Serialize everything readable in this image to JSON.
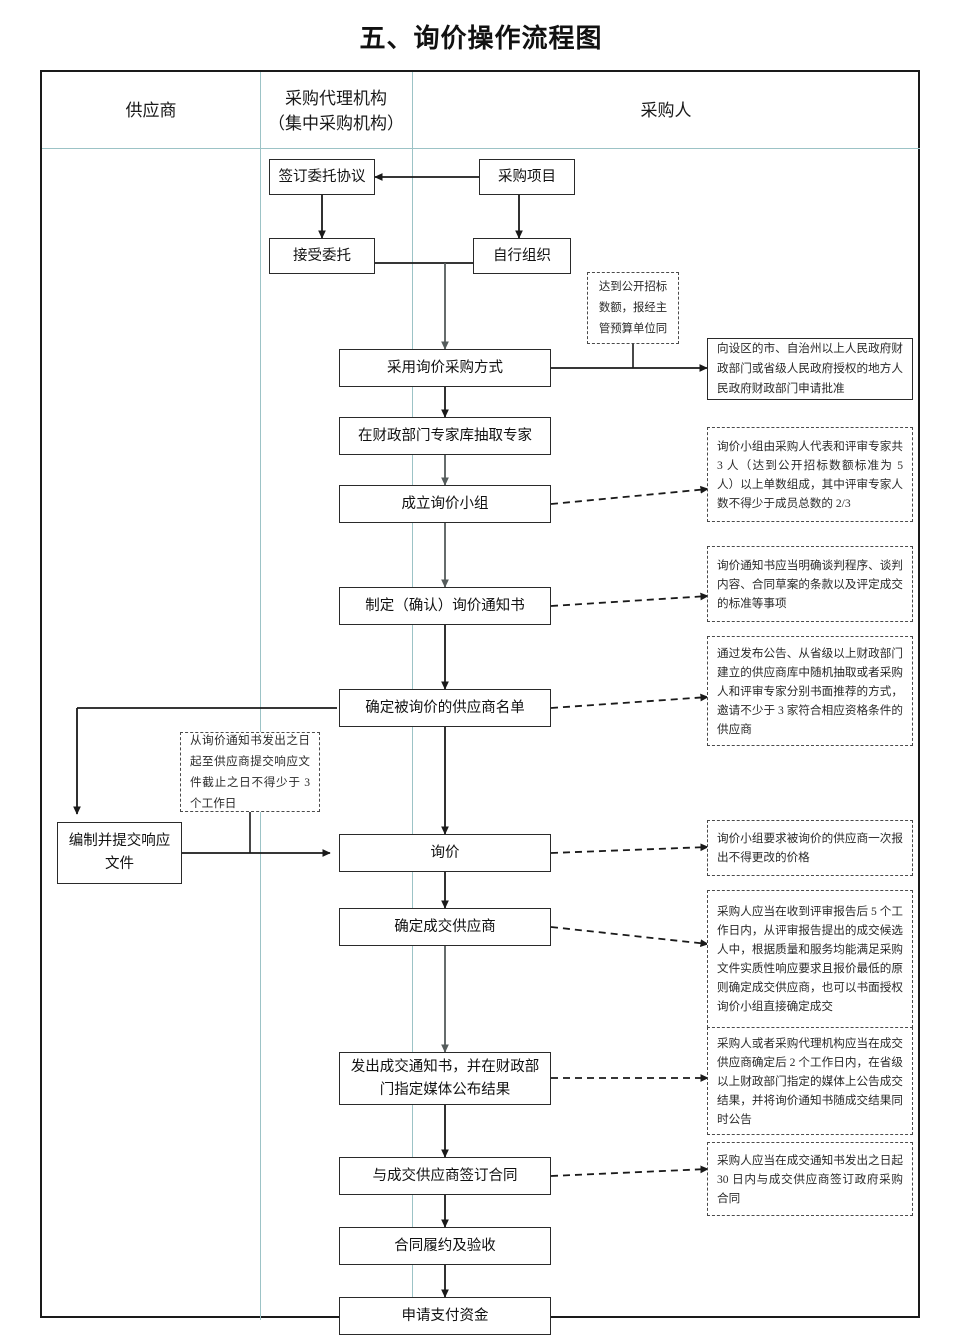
{
  "page": {
    "title": "五、询价操作流程图"
  },
  "lanes": [
    {
      "id": "supplier",
      "label": "供应商",
      "label2": ""
    },
    {
      "id": "agency",
      "label": "采购代理机构",
      "label2": "（集中采购机构）"
    },
    {
      "id": "purchaser",
      "label": "采购人",
      "label2": ""
    }
  ],
  "nodes": [
    {
      "id": "n-purchase-project",
      "label": "采购项目"
    },
    {
      "id": "n-sign-entrust",
      "label": "签订委托协议"
    },
    {
      "id": "n-accept-entrust",
      "label": "接受委托"
    },
    {
      "id": "n-self-organize",
      "label": "自行组织"
    },
    {
      "id": "n-adopt-inquiry",
      "label": "采用询价采购方式"
    },
    {
      "id": "n-draw-experts",
      "label": "在财政部门专家库抽取专家"
    },
    {
      "id": "n-form-group",
      "label": "成立询价小组"
    },
    {
      "id": "n-make-notice",
      "label": "制定（确认）询价通知书"
    },
    {
      "id": "n-supplier-list",
      "label": "确定被询价的供应商名单"
    },
    {
      "id": "n-prepare-response",
      "label": "编制并提交响应文件"
    },
    {
      "id": "n-inquiry",
      "label": "询价"
    },
    {
      "id": "n-determine-winner",
      "label": "确定成交供应商"
    },
    {
      "id": "n-issue-notice",
      "label": "发出成交通知书，并在财政部门指定媒体公布结果"
    },
    {
      "id": "n-sign-contract",
      "label": "与成交供应商签订合同"
    },
    {
      "id": "n-perform-accept",
      "label": "合同履约及验收"
    },
    {
      "id": "n-apply-payment",
      "label": "申请支付资金"
    }
  ],
  "notes": [
    {
      "id": "note-public-bid-threshold",
      "text": "达到公开招标数额，报经主管预算单位同"
    },
    {
      "id": "note-apply-approval",
      "text": "向设区的市、自治州以上人民政府财政部门或省级人民政府授权的地方人民政府财政部门申请批准"
    },
    {
      "id": "note-group-composition",
      "text": "询价小组由采购人代表和评审专家共 3 人（达到公开招标数额标准为 5 人）以上单数组成，其中评审专家人数不得少于成员总数的 2/3"
    },
    {
      "id": "note-notice-content",
      "text": "询价通知书应当明确谈判程序、谈判内容、合同草案的条款以及评定成交的标准等事项"
    },
    {
      "id": "note-invite-suppliers",
      "text": "通过发布公告、从省级以上财政部门建立的供应商库中随机抽取或者采购人和评审专家分别书面推荐的方式，邀请不少于 3 家符合相应资格条件的供应商"
    },
    {
      "id": "note-response-deadline",
      "text": "从询价通知书发出之日起至供应商提交响应文件截止之日不得少于 3 个工作日"
    },
    {
      "id": "note-one-time-quote",
      "text": "询价小组要求被询价的供应商一次报出不得更改的价格"
    },
    {
      "id": "note-award-rule",
      "text": "采购人应当在收到评审报告后 5 个工作日内，从评审报告提出的成交候选人中，根据质量和服务均能满足采购文件实质性响应要求且报价最低的原则确定成交供应商，也可以书面授权询价小组直接确定成交"
    },
    {
      "id": "note-publish-result",
      "text": "采购人或者采购代理机构应当在成交供应商确定后 2 个工作日内，在省级以上财政部门指定的媒体上公告成交结果，并将询价通知书随成交结果同时公告"
    },
    {
      "id": "note-contract-30days",
      "text": "采购人应当在成交通知书发出之日起 30 日内与成交供应商签订政府采购合同"
    }
  ],
  "colors": {
    "border": "#2a2a2a",
    "frame": "#1a1a1a",
    "lane_divider": "#9cc3c6",
    "note_border": "#4a4a4a",
    "arrow": "#1a1a1a",
    "background": "#ffffff"
  }
}
